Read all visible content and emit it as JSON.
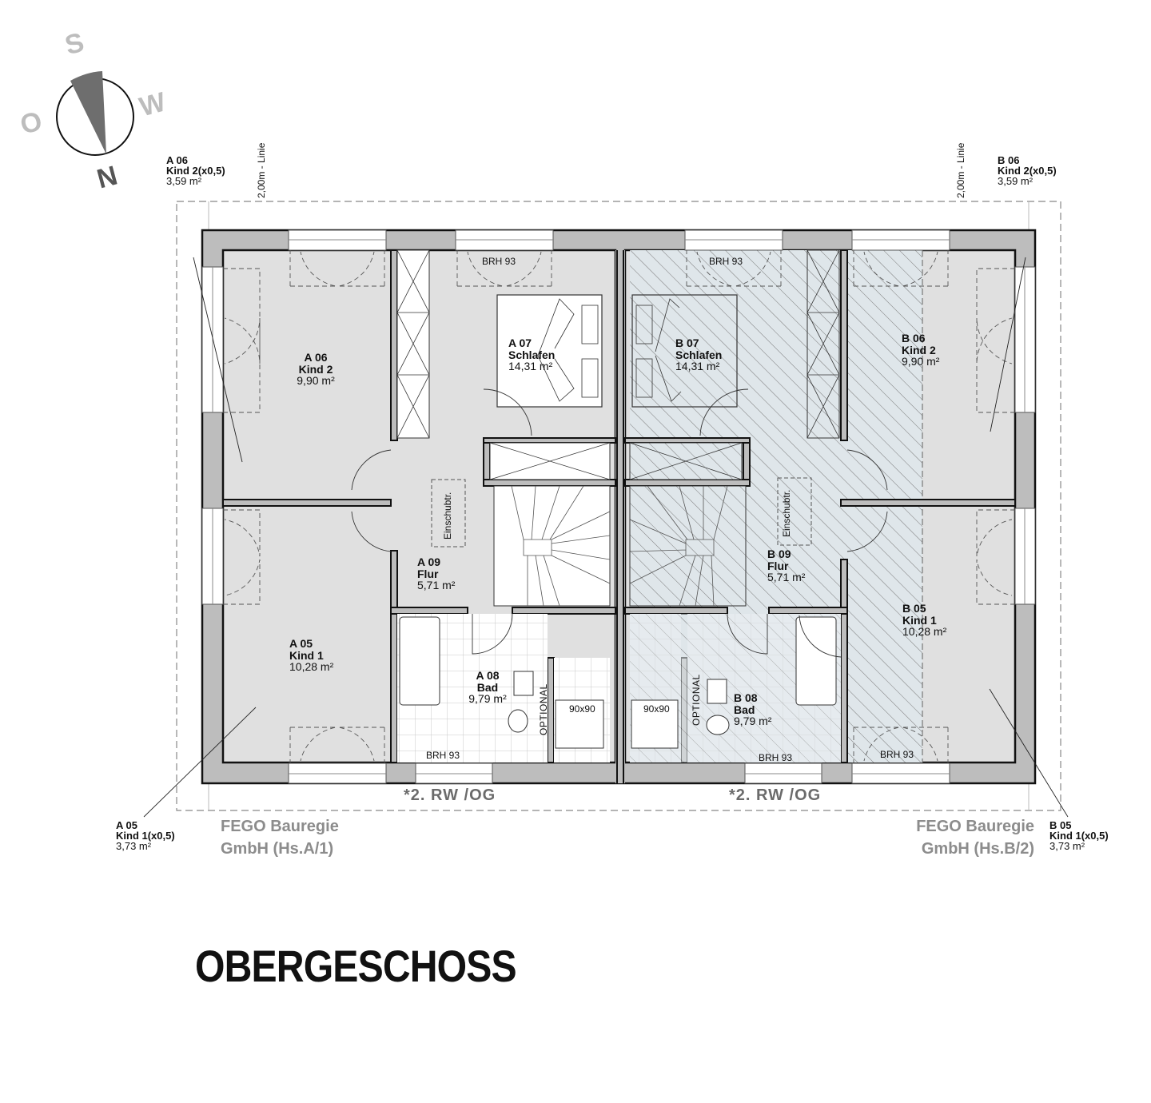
{
  "title": "OBERGESCHOSS",
  "compass": {
    "letters": {
      "s": "S",
      "w": "W",
      "o": "O",
      "n": "N"
    },
    "colors": {
      "needle": "#6e6e6e",
      "letters": "#bdbdbd",
      "north": "#555555"
    }
  },
  "colors": {
    "room_fill": "#e0e0e0",
    "wall_core": "#111111",
    "wall_insulation": "#bdbdbd",
    "hatch_fill": "#dfe6ea",
    "hatch_line": "#7a7a7a",
    "company_text": "#8c8c8c",
    "rw_text": "#6b6b6b"
  },
  "house_a": {
    "company_line1": "FEGO Bauregie",
    "company_line2": "GmbH (Hs.A/1)",
    "rw_label": "*2. RW /OG",
    "line_label": "2,00m - Linie",
    "rooms": [
      {
        "id": "A 06",
        "name": "Kind 2",
        "area": "9,90 m²"
      },
      {
        "id": "A 07",
        "name": "Schlafen",
        "area": "14,31 m²"
      },
      {
        "id": "A 09",
        "name": "Flur",
        "area": "5,71 m²"
      },
      {
        "id": "A 05",
        "name": "Kind 1",
        "area": "10,28 m²"
      },
      {
        "id": "A 08",
        "name": "Bad",
        "area": "9,79 m²"
      }
    ],
    "external_labels": [
      {
        "id": "A 06",
        "name": "Kind 2(x0,5)",
        "area": "3,59 m²"
      },
      {
        "id": "A 05",
        "name": "Kind 1(x0,5)",
        "area": "3,73 m²"
      }
    ],
    "annotations": {
      "brh_top": "BRH 93",
      "brh_bath": "BRH 93",
      "attic_ladder": "Einschubtr.",
      "optional": "OPTIONAL",
      "shower": "90x90"
    }
  },
  "house_b": {
    "company_line1": "FEGO Bauregie",
    "company_line2": "GmbH  (Hs.B/2)",
    "rw_label": "*2. RW /OG",
    "line_label": "2,00m - Linie",
    "rooms": [
      {
        "id": "B 07",
        "name": "Schlafen",
        "area": "14,31 m²"
      },
      {
        "id": "B 06",
        "name": "Kind 2",
        "area": "9,90 m²"
      },
      {
        "id": "B 09",
        "name": "Flur",
        "area": "5,71 m²"
      },
      {
        "id": "B 05",
        "name": "Kind 1",
        "area": "10,28 m²"
      },
      {
        "id": "B 08",
        "name": "Bad",
        "area": "9,79 m²"
      }
    ],
    "external_labels": [
      {
        "id": "B 06",
        "name": "Kind 2(x0,5)",
        "area": "3,59 m²"
      },
      {
        "id": "B 05",
        "name": "Kind 1(x0,5)",
        "area": "3,73 m²"
      }
    ],
    "annotations": {
      "brh_top": "BRH 93",
      "brh_bath": "BRH 93",
      "brh_kind1": "BRH 93",
      "attic_ladder": "Einschubtr.",
      "optional": "OPTIONAL",
      "shower": "90x90"
    }
  }
}
